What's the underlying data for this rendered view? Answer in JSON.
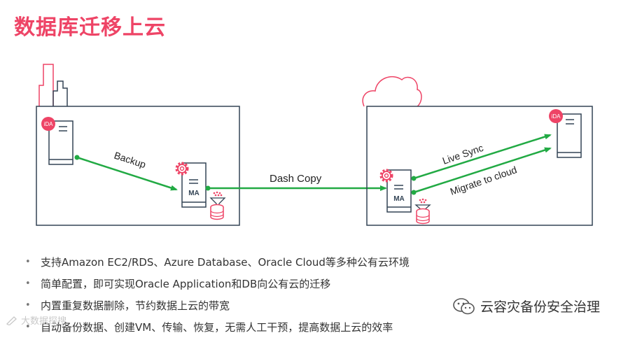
{
  "title": "数据库迁移上云",
  "diagram": {
    "server_badge": "iDA",
    "ma_label": "MA",
    "backup_label": "Backup",
    "dash_copy_label": "Dash Copy",
    "live_sync_label": "Live Sync",
    "migrate_label": "Migrate to cloud",
    "colors": {
      "accent": "#ee4466",
      "arrow": "#22aa44",
      "frame": "#334455"
    },
    "icons": [
      "building-icon",
      "cloud-icon",
      "gear-icon",
      "database-filter-icon"
    ]
  },
  "bullets": [
    "支持Amazon EC2/RDS、Azure Database、Oracle Cloud等多种公有云环境",
    "简单配置，即可实现Oracle Application和DB向公有云的迁移",
    "内置重复数据删除，节约数据上云的带宽",
    "自动备份数据、创建VM、传输、恢复，无需人工干预，提高数据上云的效率"
  ],
  "watermark_right": "云容灾备份安全治理",
  "watermark_left": "大数据探搜"
}
